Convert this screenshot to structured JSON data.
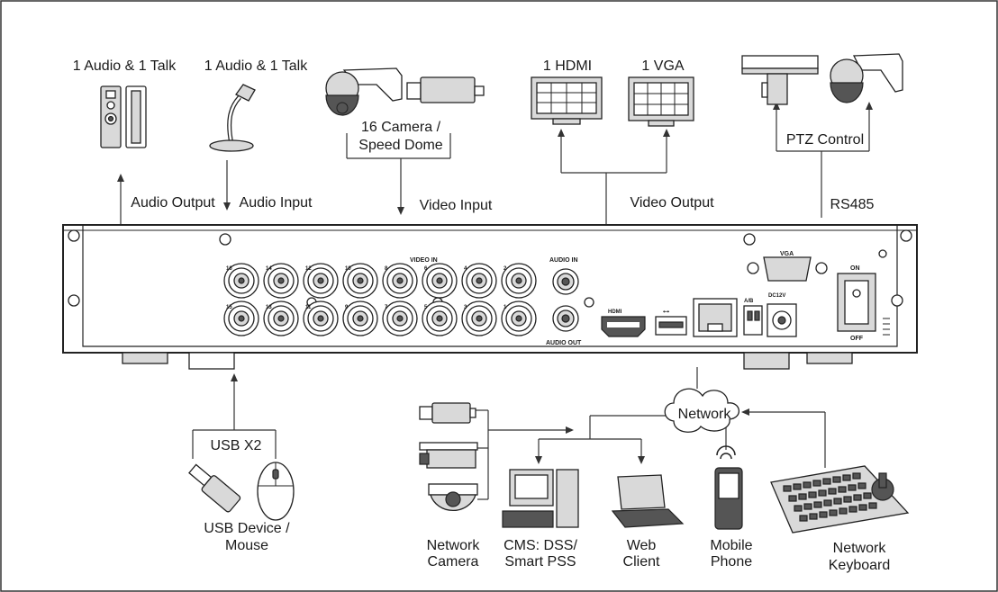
{
  "labels": {
    "audio_talk_1": "1 Audio  & 1 Talk",
    "audio_talk_2": "1 Audio & 1 Talk",
    "camera_line1": "16  Camera /",
    "camera_line2": "Speed Dome",
    "hdmi": "1 HDMI",
    "vga": "1 VGA",
    "ptz_control": "PTZ Control",
    "audio_output": "Audio  Output",
    "audio_input": "Audio  Input",
    "video_input": "Video Input",
    "video_output": "Video Output",
    "rs485": "RS485",
    "usb_x2": "USB X2",
    "usb_device_line1": "USB Device /",
    "usb_device_line2": "Mouse",
    "network": "Network",
    "network_camera_line1": "Network",
    "network_camera_line2": "Camera",
    "cms_line1": "CMS: DSS/",
    "cms_line2": "Smart PSS",
    "web_client_line1": "Web",
    "web_client_line2": "Client",
    "mobile_phone_line1": "Mobile",
    "mobile_phone_line2": "Phone",
    "network_keyboard_line1": "Network",
    "network_keyboard_line2": "Keyboard"
  },
  "panel": {
    "video_in": "VIDEO IN",
    "audio_in": "AUDIO IN",
    "audio_out": "AUDIO OUT",
    "vga": "VGA",
    "hdmi": "HDMI",
    "ab": "A/B",
    "power": "DC12V",
    "on": "ON",
    "off": "OFF",
    "top_numbers": [
      "16",
      "14",
      "12",
      "10",
      "8",
      "6",
      "4",
      "2"
    ],
    "bottom_numbers": [
      "15",
      "13",
      "11",
      "9",
      "7",
      "5",
      "3",
      "1"
    ]
  }
}
